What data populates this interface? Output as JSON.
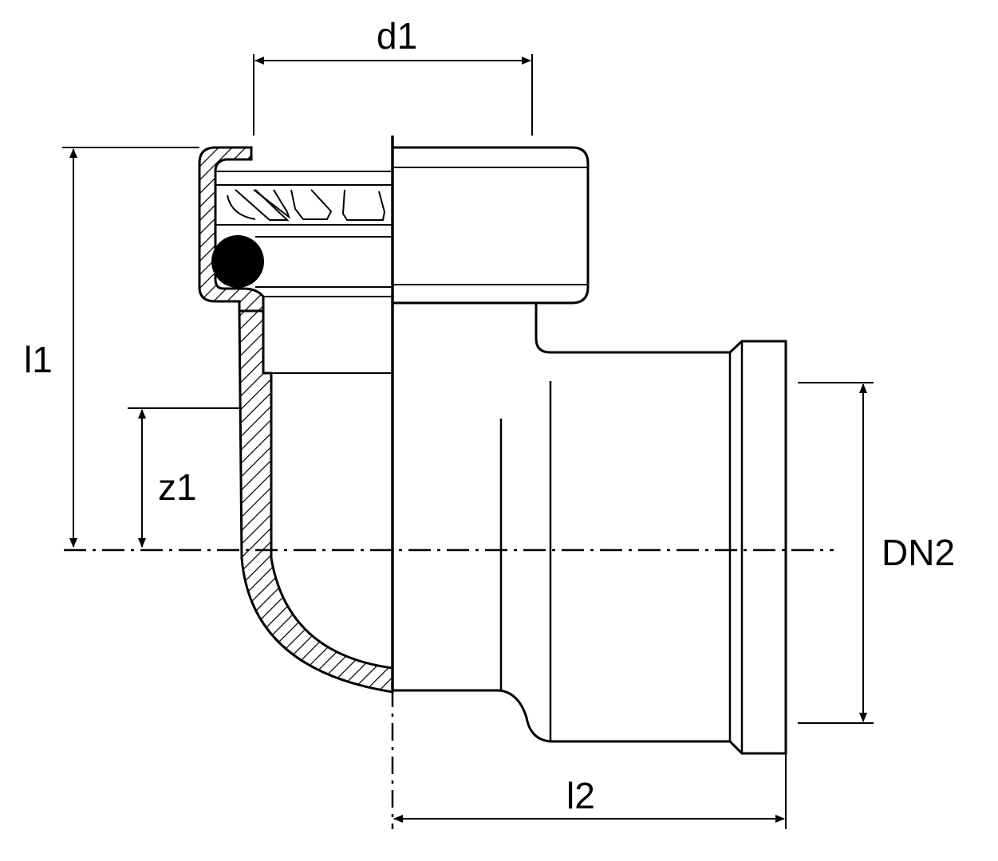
{
  "labels": {
    "d1": "d1",
    "l1": "l1",
    "z1": "z1",
    "dn2": "DN2",
    "l2": "l2"
  },
  "colors": {
    "line": "#000000",
    "background": "#ffffff"
  }
}
